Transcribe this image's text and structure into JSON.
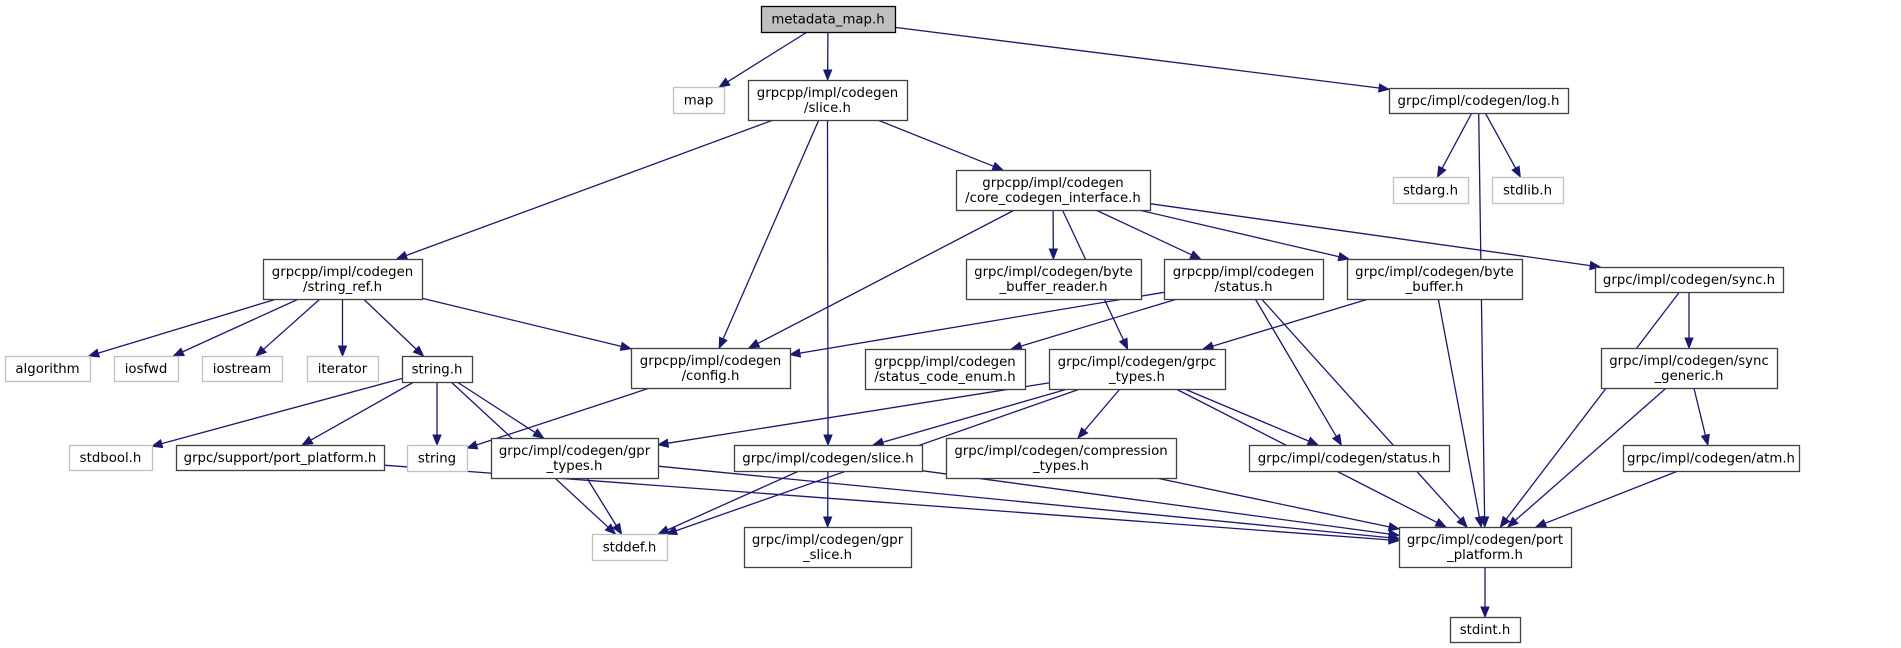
{
  "title": "metadata_map.h include dependency graph",
  "colors": {
    "edge": "#191970",
    "root_fill": "#bfbfbf",
    "node_border": "#404040",
    "external_border": "#c0c0c0"
  },
  "nodes": [
    {
      "id": "metadata_map",
      "lines": [
        "metadata_map.h"
      ],
      "kind": "root"
    },
    {
      "id": "map",
      "lines": [
        "map"
      ],
      "kind": "external"
    },
    {
      "id": "grpcpp_slice",
      "lines": [
        "grpcpp/impl/codegen",
        "/slice.h"
      ],
      "kind": "internal"
    },
    {
      "id": "log",
      "lines": [
        "grpc/impl/codegen/log.h"
      ],
      "kind": "internal"
    },
    {
      "id": "stdarg",
      "lines": [
        "stdarg.h"
      ],
      "kind": "external"
    },
    {
      "id": "stdlib",
      "lines": [
        "stdlib.h"
      ],
      "kind": "external"
    },
    {
      "id": "core_codegen_interface",
      "lines": [
        "grpcpp/impl/codegen",
        "/core_codegen_interface.h"
      ],
      "kind": "internal"
    },
    {
      "id": "string_ref",
      "lines": [
        "grpcpp/impl/codegen",
        "/string_ref.h"
      ],
      "kind": "internal"
    },
    {
      "id": "byte_buffer_reader",
      "lines": [
        "grpc/impl/codegen/byte",
        "_buffer_reader.h"
      ],
      "kind": "internal"
    },
    {
      "id": "grpcpp_status",
      "lines": [
        "grpcpp/impl/codegen",
        "/status.h"
      ],
      "kind": "internal"
    },
    {
      "id": "byte_buffer",
      "lines": [
        "grpc/impl/codegen/byte",
        "_buffer.h"
      ],
      "kind": "internal"
    },
    {
      "id": "sync",
      "lines": [
        "grpc/impl/codegen/sync.h"
      ],
      "kind": "internal"
    },
    {
      "id": "algorithm",
      "lines": [
        "algorithm"
      ],
      "kind": "external"
    },
    {
      "id": "iosfwd",
      "lines": [
        "iosfwd"
      ],
      "kind": "external"
    },
    {
      "id": "iostream",
      "lines": [
        "iostream"
      ],
      "kind": "external"
    },
    {
      "id": "iterator",
      "lines": [
        "iterator"
      ],
      "kind": "external"
    },
    {
      "id": "string_h",
      "lines": [
        "string.h"
      ],
      "kind": "internal"
    },
    {
      "id": "config",
      "lines": [
        "grpcpp/impl/codegen",
        "/config.h"
      ],
      "kind": "internal"
    },
    {
      "id": "status_code_enum",
      "lines": [
        "grpcpp/impl/codegen",
        "/status_code_enum.h"
      ],
      "kind": "internal"
    },
    {
      "id": "grpc_types",
      "lines": [
        "grpc/impl/codegen/grpc",
        "_types.h"
      ],
      "kind": "internal"
    },
    {
      "id": "sync_generic",
      "lines": [
        "grpc/impl/codegen/sync",
        "_generic.h"
      ],
      "kind": "internal"
    },
    {
      "id": "stdbool",
      "lines": [
        "stdbool.h"
      ],
      "kind": "external"
    },
    {
      "id": "support_port_platform",
      "lines": [
        "grpc/support/port_platform.h"
      ],
      "kind": "internal"
    },
    {
      "id": "string",
      "lines": [
        "string"
      ],
      "kind": "external"
    },
    {
      "id": "gpr_types",
      "lines": [
        "grpc/impl/codegen/gpr",
        "_types.h"
      ],
      "kind": "internal"
    },
    {
      "id": "grpc_slice",
      "lines": [
        "grpc/impl/codegen/slice.h"
      ],
      "kind": "internal"
    },
    {
      "id": "compression_types",
      "lines": [
        "grpc/impl/codegen/compression",
        "_types.h"
      ],
      "kind": "internal"
    },
    {
      "id": "grpc_status",
      "lines": [
        "grpc/impl/codegen/status.h"
      ],
      "kind": "internal"
    },
    {
      "id": "atm",
      "lines": [
        "grpc/impl/codegen/atm.h"
      ],
      "kind": "internal"
    },
    {
      "id": "stddef",
      "lines": [
        "stddef.h"
      ],
      "kind": "external"
    },
    {
      "id": "gpr_slice",
      "lines": [
        "grpc/impl/codegen/gpr",
        "_slice.h"
      ],
      "kind": "internal"
    },
    {
      "id": "port_platform",
      "lines": [
        "grpc/impl/codegen/port",
        "_platform.h"
      ],
      "kind": "internal"
    },
    {
      "id": "stdint",
      "lines": [
        "stdint.h"
      ],
      "kind": "internal"
    }
  ],
  "edges": [
    [
      "metadata_map",
      "map"
    ],
    [
      "metadata_map",
      "grpcpp_slice"
    ],
    [
      "metadata_map",
      "log"
    ],
    [
      "log",
      "stdarg"
    ],
    [
      "log",
      "stdlib"
    ],
    [
      "log",
      "port_platform"
    ],
    [
      "grpcpp_slice",
      "string_ref"
    ],
    [
      "grpcpp_slice",
      "config"
    ],
    [
      "grpcpp_slice",
      "grpc_slice"
    ],
    [
      "grpcpp_slice",
      "core_codegen_interface"
    ],
    [
      "string_ref",
      "algorithm"
    ],
    [
      "string_ref",
      "iosfwd"
    ],
    [
      "string_ref",
      "iostream"
    ],
    [
      "string_ref",
      "iterator"
    ],
    [
      "string_ref",
      "string_h"
    ],
    [
      "string_ref",
      "config"
    ],
    [
      "string_h",
      "stddef"
    ],
    [
      "string_h",
      "stdbool"
    ],
    [
      "string_h",
      "support_port_platform"
    ],
    [
      "string_h",
      "string"
    ],
    [
      "string_h",
      "gpr_types"
    ],
    [
      "config",
      "string"
    ],
    [
      "core_codegen_interface",
      "config"
    ],
    [
      "core_codegen_interface",
      "grpc_types"
    ],
    [
      "core_codegen_interface",
      "byte_buffer_reader"
    ],
    [
      "core_codegen_interface",
      "grpcpp_status"
    ],
    [
      "core_codegen_interface",
      "byte_buffer"
    ],
    [
      "core_codegen_interface",
      "sync"
    ],
    [
      "grpcpp_status",
      "config"
    ],
    [
      "grpcpp_status",
      "status_code_enum"
    ],
    [
      "grpcpp_status",
      "grpc_status"
    ],
    [
      "grpcpp_status",
      "port_platform"
    ],
    [
      "byte_buffer",
      "grpc_types"
    ],
    [
      "byte_buffer",
      "port_platform"
    ],
    [
      "sync",
      "sync_generic"
    ],
    [
      "sync",
      "port_platform"
    ],
    [
      "sync_generic",
      "atm"
    ],
    [
      "sync_generic",
      "port_platform"
    ],
    [
      "atm",
      "port_platform"
    ],
    [
      "grpc_types",
      "stddef"
    ],
    [
      "grpc_types",
      "gpr_types"
    ],
    [
      "grpc_types",
      "grpc_slice"
    ],
    [
      "grpc_types",
      "compression_types"
    ],
    [
      "grpc_types",
      "grpc_status"
    ],
    [
      "grpc_types",
      "port_platform"
    ],
    [
      "gpr_types",
      "stddef"
    ],
    [
      "gpr_types",
      "port_platform"
    ],
    [
      "support_port_platform",
      "port_platform"
    ],
    [
      "grpc_slice",
      "stddef"
    ],
    [
      "grpc_slice",
      "gpr_slice"
    ],
    [
      "grpc_slice",
      "port_platform"
    ],
    [
      "compression_types",
      "port_platform"
    ],
    [
      "port_platform",
      "stdint"
    ]
  ]
}
